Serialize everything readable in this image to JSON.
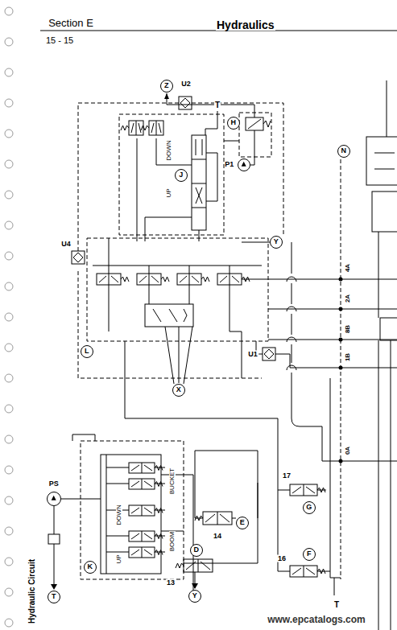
{
  "diagram": {
    "title": "Hydraulics",
    "nodes": [
      {
        "text": [
          "Z"
        ]
      },
      {
        "text": [
          "H"
        ]
      },
      {
        "text": [
          "N"
        ]
      },
      {
        "text": [
          "P1"
        ]
      },
      {
        "text": [
          "J"
        ]
      },
      {
        "text": [
          "Y"
        ]
      },
      {
        "text": [
          "L"
        ]
      },
      {
        "text": [
          "X"
        ]
      },
      {
        "text": [
          "PS"
        ]
      },
      {
        "text": [
          "G"
        ]
      },
      {
        "text": [
          "E"
        ]
      },
      {
        "text": [
          "D"
        ]
      },
      {
        "text": [
          "F"
        ]
      },
      {
        "text": [
          "K"
        ]
      },
      {
        "text": [
          "Y"
        ]
      },
      {
        "text": [
          "T"
        ]
      }
    ],
    "labels": [
      "Section E",
      "15 - 15",
      "U2",
      "T",
      "DOWN",
      "UP",
      "U4",
      "U1",
      "4A",
      "2A",
      "8B",
      "1B",
      "0A",
      "BUCKET",
      "DOWN",
      "BOOM",
      "UP",
      "13",
      "14",
      "17",
      "16",
      "T",
      "Hydraulic Circuit",
      "www.epcatalogs.com"
    ]
  }
}
